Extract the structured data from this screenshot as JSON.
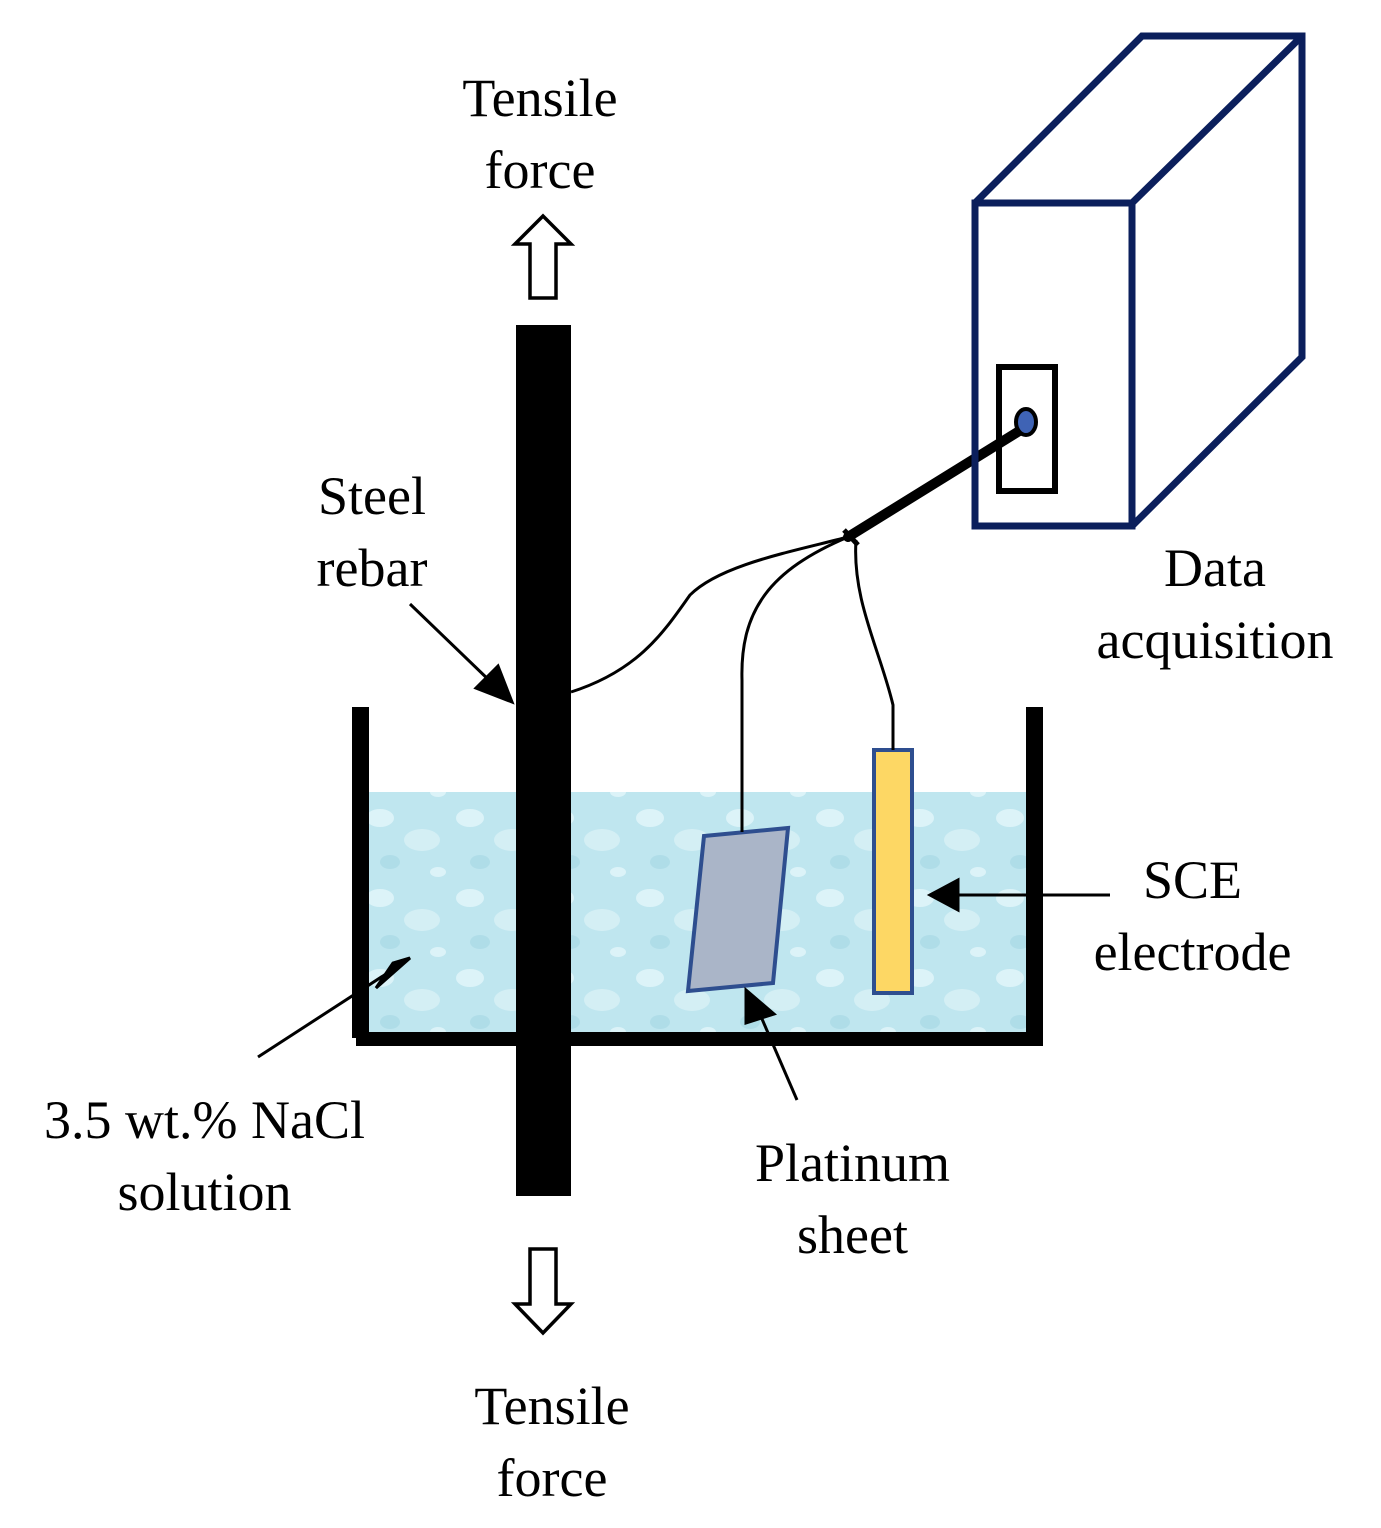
{
  "labels": {
    "tensile_top": [
      "Tensile",
      "force"
    ],
    "tensile_bottom": [
      "Tensile",
      "force"
    ],
    "steel_rebar": [
      "Steel",
      "rebar"
    ],
    "data_acquisition": [
      "Data",
      "acquisition"
    ],
    "sce_electrode": [
      "SCE",
      "electrode"
    ],
    "nacl_solution": [
      "3.5 wt.% NaCl",
      "solution"
    ],
    "platinum_sheet": [
      "Platinum",
      "sheet"
    ]
  },
  "colors": {
    "rebar": "#000000",
    "container": "#000000",
    "solution": "#bfe6ef",
    "solution_highlight": "#e4f6fa",
    "platinum_fill": "#aab5c8",
    "platinum_stroke": "#2e4e8f",
    "sce_fill": "#fdd764",
    "sce_stroke": "#2e4e8f",
    "box_stroke": "#0b1f5c",
    "port_dot": "#3f63b5"
  }
}
